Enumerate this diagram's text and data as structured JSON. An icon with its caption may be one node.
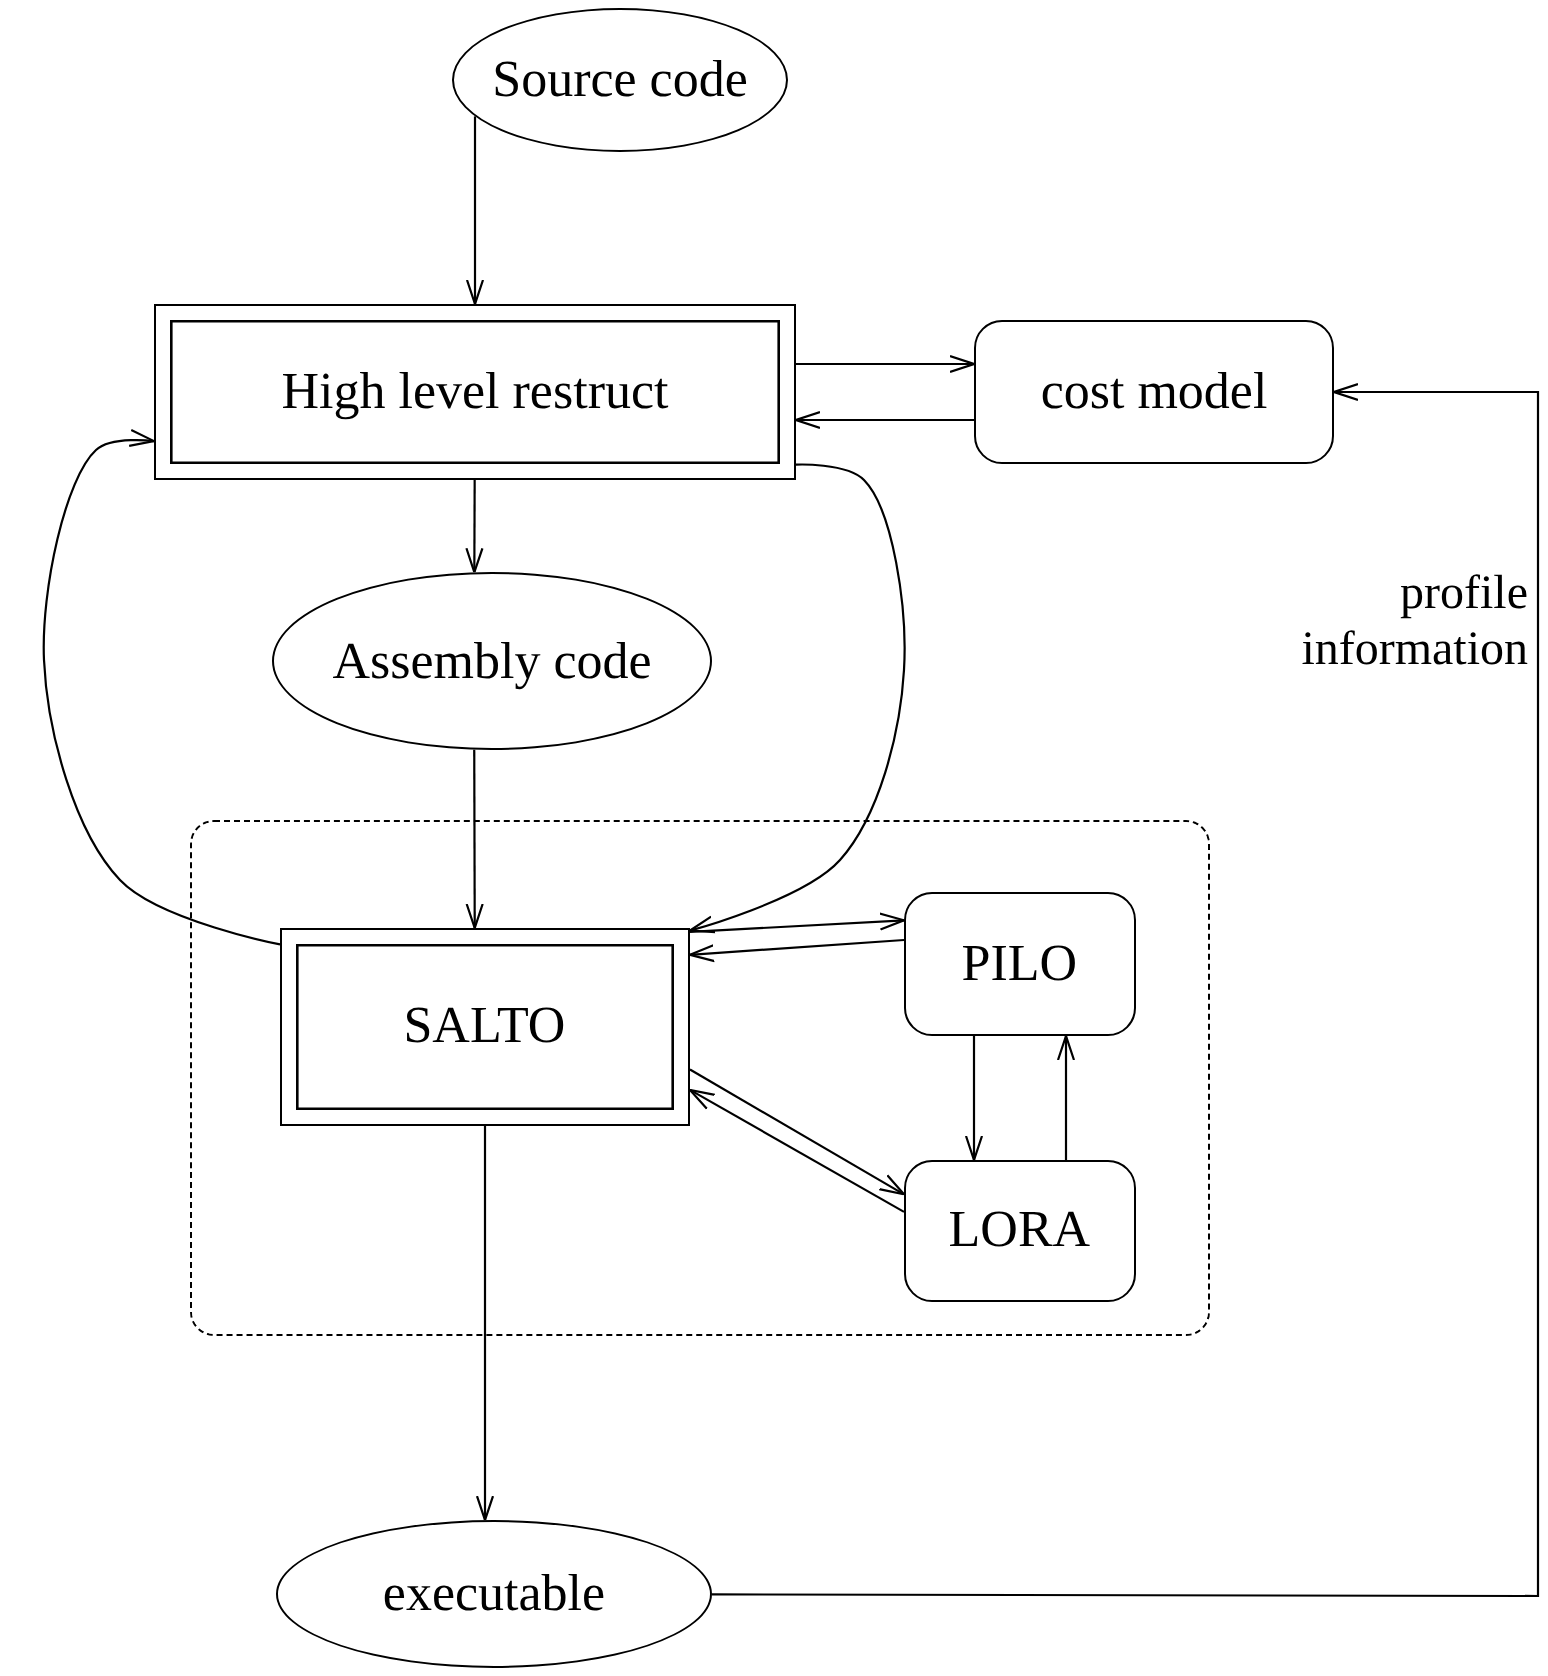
{
  "diagram": {
    "nodes": [
      {
        "text": [
          "Source code"
        ]
      },
      {
        "text": [
          "High level restruct"
        ]
      },
      {
        "text": [
          "cost model"
        ]
      },
      {
        "text": [
          "Assembly code"
        ]
      },
      {
        "text": [],
        "shape": "box"
      },
      {
        "text": [
          "SALTO"
        ],
        "in": 4
      },
      {
        "text": [
          "PILO"
        ],
        "in": 4
      },
      {
        "text": [
          "LORA"
        ],
        "in": 4
      },
      {
        "text": [
          "executable"
        ]
      }
    ],
    "edges": [
      {
        "from": 0,
        "to": 1,
        "arrow": "to"
      },
      {
        "from": 1,
        "to": 2,
        "arrow": "to"
      },
      {
        "from": 2,
        "to": 1,
        "arrow": "to"
      },
      {
        "from": 1,
        "to": 3,
        "arrow": "to"
      },
      {
        "from": 3,
        "to": 5,
        "arrow": "to"
      },
      {
        "from": 5,
        "to": 1,
        "arrow": "to"
      },
      {
        "from": 1,
        "to": 5,
        "arrow": "to"
      },
      {
        "from": 5,
        "to": 6,
        "arrow": "to"
      },
      {
        "from": 6,
        "to": 5,
        "arrow": "to"
      },
      {
        "from": 5,
        "to": 7,
        "arrow": "to"
      },
      {
        "from": 7,
        "to": 5,
        "arrow": "to"
      },
      {
        "from": 6,
        "to": 7,
        "arrow": "to"
      },
      {
        "from": 7,
        "to": 6,
        "arrow": "to"
      },
      {
        "from": 5,
        "to": 8,
        "arrow": "to"
      },
      {
        "from": 8,
        "to": 2,
        "arrow": "to",
        "label": "profile information"
      }
    ]
  }
}
